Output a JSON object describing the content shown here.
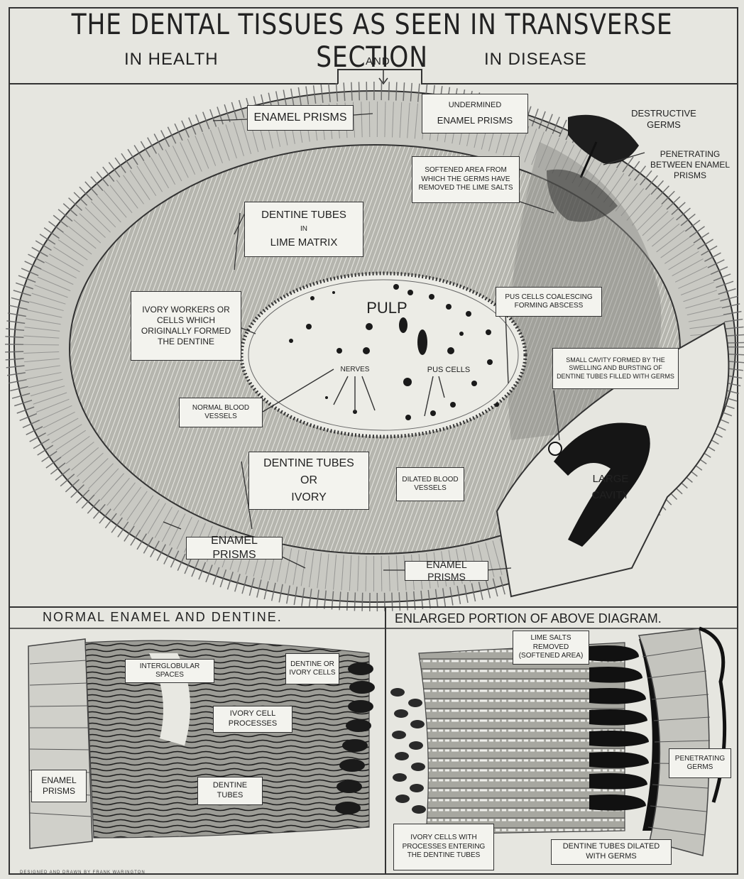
{
  "header": {
    "title": "THE DENTAL TISSUES AS SEEN IN TRANSVERSE SECTION",
    "left_sub": "IN HEALTH",
    "center_sub": "AND",
    "right_sub": "IN DISEASE"
  },
  "main_diagram": {
    "labels": {
      "enamel_prisms_top": "ENAMEL PRISMS",
      "undermined_1": "UNDERMINED",
      "undermined_2": "ENAMEL PRISMS",
      "destructive_germs": "DESTRUCTIVE GERMS",
      "penetrating": "PENETRATING BETWEEN ENAMEL PRISMS",
      "softened_area": "SOFTENED AREA FROM WHICH THE GERMS HAVE REMOVED THE LIME SALTS",
      "dentine_tubes_1": "DENTINE TUBES",
      "dentine_tubes_in": "IN",
      "dentine_tubes_matrix": "LIME MATRIX",
      "ivory_workers": "IVORY WORKERS OR CELLS WHICH ORIGINALLY FORMED THE DENTINE",
      "pulp": "PULP",
      "pus_cells_abscess": "PUS CELLS COALESCING FORMING ABSCESS",
      "nerves": "NERVES",
      "pus_cells": "PUS CELLS",
      "small_cavity": "SMALL CAVITY FORMED BY THE SWELLING AND BURSTING OF DENTINE TUBES FILLED WITH GERMS",
      "normal_blood_vessels": "NORMAL BLOOD VESSELS",
      "dentine_ivory_1": "DENTINE TUBES",
      "dentine_ivory_2": "OR",
      "dentine_ivory_3": "IVORY",
      "dilated_blood_vessels": "DILATED BLOOD VESSELS",
      "large_cavity": "LARGE CAVITY",
      "enamel_prisms_left": "ENAMEL PRISMS",
      "enamel_prisms_bottom": "ENAMEL PRISMS"
    }
  },
  "lower_left": {
    "title": "NORMAL ENAMEL AND DENTINE.",
    "labels": {
      "interglobular": "INTERGLOBULAR SPACES",
      "dentine_ivory_cells": "DENTINE OR IVORY CELLS",
      "ivory_cell_processes": "IVORY CELL PROCESSES",
      "enamel_prisms": "ENAMEL PRISMS",
      "dentine_tubes": "DENTINE TUBES"
    },
    "credit": "DESIGNED AND DRAWN BY FRANK WARINGTON"
  },
  "lower_right": {
    "title": "ENLARGED PORTION OF ABOVE DIAGRAM.",
    "labels": {
      "lime_salts": "LIME SALTS REMOVED (SOFTENED AREA)",
      "penetrating_germs": "PENETRATING GERMS",
      "ivory_cells_processes": "IVORY CELLS WITH PROCESSES ENTERING THE DENTINE TUBES",
      "dentine_dilated": "DENTINE TUBES DILATED WITH GERMS"
    }
  },
  "colors": {
    "paper": "#e6e6e0",
    "ink": "#222222",
    "wash": "#a9a9a3",
    "dark_wash": "#6f6f6a"
  }
}
